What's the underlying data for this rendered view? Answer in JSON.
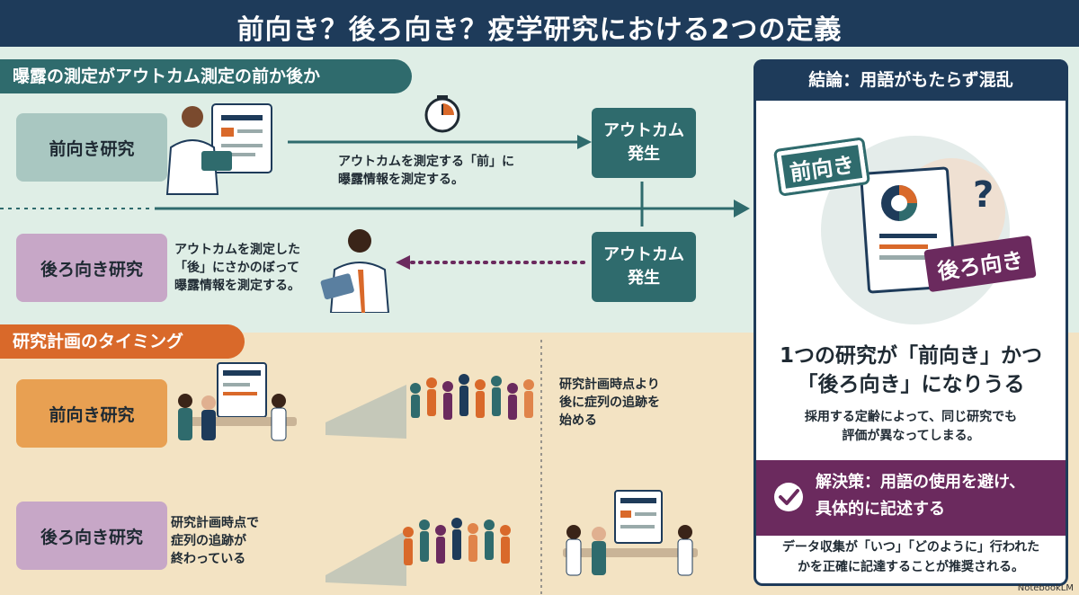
{
  "title": "前向き？後ろ向き？疫学研究における2つの定義",
  "section1": {
    "header": "曝露の測定がアウトカム測定の前か後か",
    "forward": {
      "label": "前向き研究",
      "desc_line1": "アウトカムを測定する「前」に",
      "desc_line2": "曝露情報を測定する。",
      "outcome_line1": "アウトカム",
      "outcome_line2": "発生"
    },
    "backward": {
      "label": "後ろ向き研究",
      "desc_line1": "アウトカムを測定した",
      "desc_line2": "「後」にさかのぼって",
      "desc_line3": "曝露情報を測定する。",
      "outcome_line1": "アウトカム",
      "outcome_line2": "発生"
    }
  },
  "section2": {
    "header": "研究計画のタイミング",
    "forward": {
      "label": "前向き研究",
      "desc_line1": "研究計画時点より",
      "desc_line2": "後に症列の追跡を",
      "desc_line3": "始める"
    },
    "backward": {
      "label": "後ろ向き研究",
      "desc_line1": "研究計画時点で",
      "desc_line2": "症列の追跡が",
      "desc_line3": "終わっている"
    }
  },
  "conclusion": {
    "header": "結論：用語がもたらず混乱",
    "stamp_forward": "前向き",
    "stamp_backward": "後ろ向き",
    "question_mark": "?",
    "main_line1": "1つの研究が「前向き」かつ",
    "main_line2": "「後ろ向き」になりうる",
    "sub_line1": "採用する定齢によって、同じ研究でも",
    "sub_line2": "評価が異なってしまる。",
    "solution_line1": "解決策：用語の使用を避け、",
    "solution_line2": "具体的に記述する",
    "footer_line1": "データ収集が「いつ」「どのように」行われた",
    "footer_line2": "かを正確に記達することが推奨される。"
  },
  "watermark": "NotebookLM",
  "colors": {
    "navy": "#1e3b5a",
    "teal": "#2f6b6d",
    "orange": "#d9692a",
    "purple": "#6b2a5e"
  }
}
